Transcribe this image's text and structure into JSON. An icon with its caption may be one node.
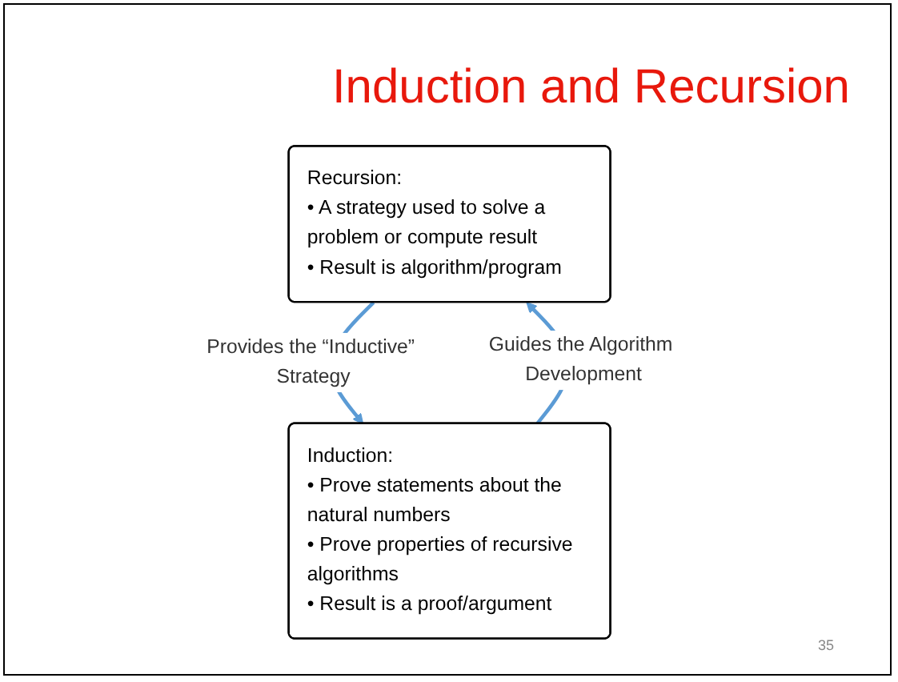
{
  "diagram": {
    "title": "Induction and Recursion",
    "nodes": [
      {
        "text": [
          "Recursion:",
          "• A strategy used to solve a problem or compute result",
          "• Result is algorithm/program"
        ]
      },
      {
        "text": [
          "Induction:",
          "• Prove statements about the natural numbers",
          "• Prove properties of recursive algorithms",
          "• Result is a proof/argument"
        ]
      }
    ],
    "edges": [
      {
        "from": 0,
        "to": 1,
        "arrow": "to",
        "label": "Provides the “Inductive” Strategy"
      },
      {
        "from": 1,
        "to": 0,
        "arrow": "to",
        "label": "Guides the Algorithm Development"
      }
    ],
    "labels": [
      "35"
    ]
  }
}
